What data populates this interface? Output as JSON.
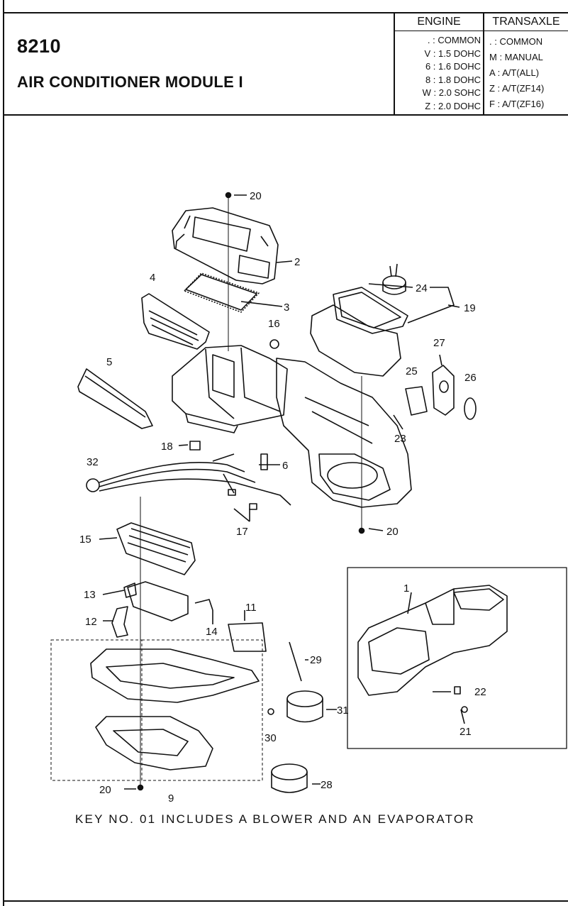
{
  "header": {
    "page_number": "8210",
    "title": "AIR CONDITIONER MODULE I",
    "engine": {
      "heading": "ENGINE",
      "rows": [
        ". : COMMON",
        "V : 1.5 DOHC",
        "6 : 1.6 DOHC",
        "8 : 1.8 DOHC",
        "W : 2.0 SOHC",
        "Z : 2.0 DOHC"
      ]
    },
    "transaxle": {
      "heading": "TRANSAXLE",
      "rows": [
        ". : COMMON",
        "M : MANUAL",
        "A : A/T(ALL)",
        "Z : A/T(ZF14)",
        "F : A/T(ZF16)"
      ]
    }
  },
  "callouts": [
    "20",
    "2",
    "3",
    "4",
    "16",
    "24",
    "19",
    "27",
    "5",
    "25",
    "26",
    "23",
    "18",
    "6",
    "32",
    "17",
    "20",
    "15",
    "1",
    "13",
    "11",
    "12",
    "14",
    "29",
    "22",
    "31",
    "21",
    "30",
    "28",
    "20",
    "9"
  ],
  "footnote": "KEY NO. 01 INCLUDES A BLOWER AND AN EVAPORATOR"
}
